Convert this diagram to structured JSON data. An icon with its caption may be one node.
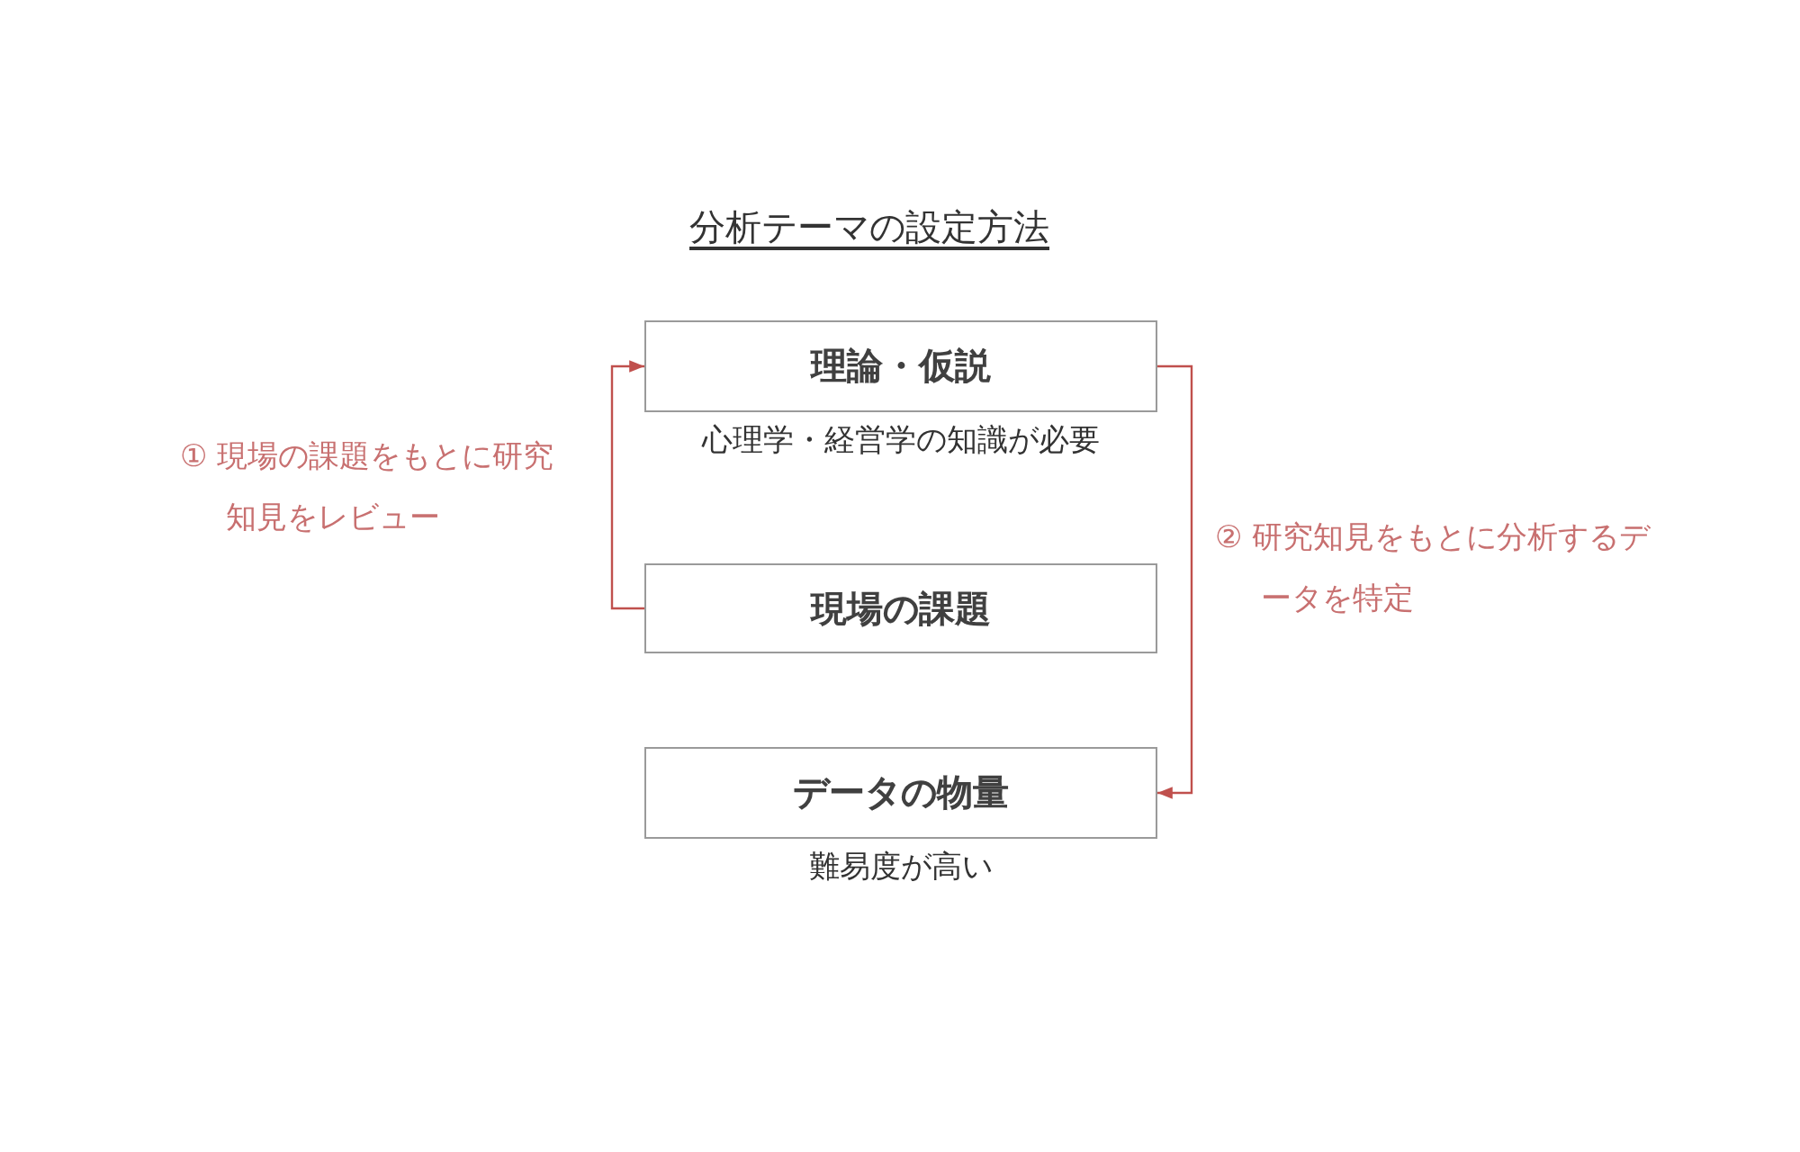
{
  "diagram": {
    "title": "分析テーマの設定方法",
    "nodes": [
      {
        "text": [
          "理論・仮説"
        ],
        "beside": [
          "心理学・経営学の知識が必要"
        ]
      },
      {
        "text": [
          "現場の課題"
        ]
      },
      {
        "text": [
          "データの物量"
        ],
        "beside": [
          "難易度が高い"
        ]
      }
    ],
    "edges": [
      {
        "from": 1,
        "to": 0,
        "arrow": "to",
        "label": "① 現場の課題をもとに研究知見をレビュー"
      },
      {
        "from": 0,
        "to": 2,
        "arrow": "to",
        "label": "② 研究知見をもとに分析するデータを特定"
      }
    ]
  }
}
